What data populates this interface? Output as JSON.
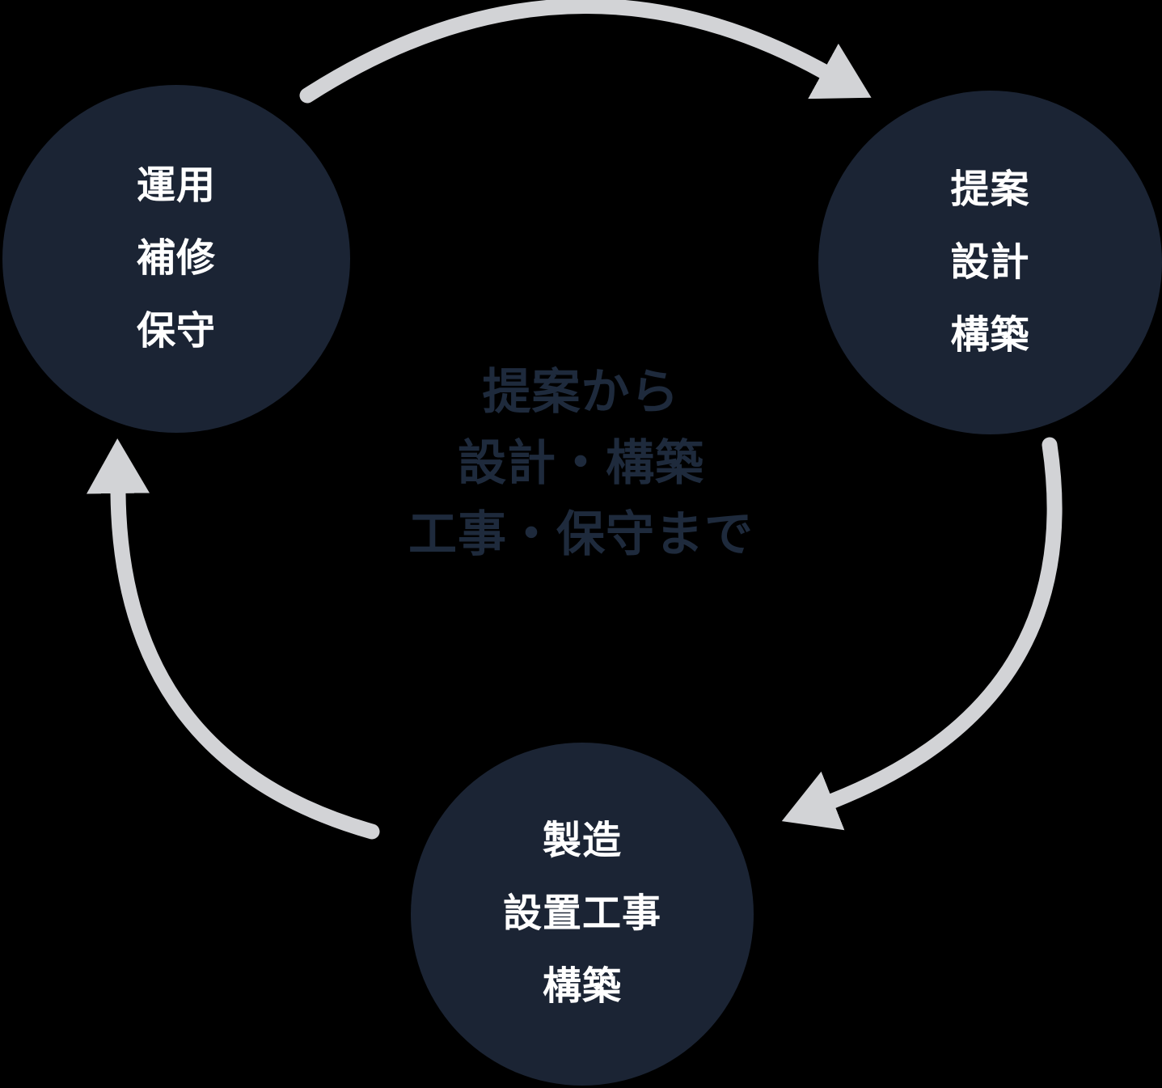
{
  "colors": {
    "background": "#000000",
    "circle_fill": "#1b2434",
    "circle_text": "#ffffff",
    "center_text": "#1e2a3c",
    "arrow": "#d2d3d6"
  },
  "diagram": {
    "circles": [
      {
        "id": "operation",
        "lines": [
          "運用",
          "補修",
          "保守"
        ]
      },
      {
        "id": "proposal",
        "lines": [
          "提案",
          "設計",
          "構築"
        ]
      },
      {
        "id": "production",
        "lines": [
          "製造",
          "設置工事",
          "構築"
        ]
      }
    ],
    "center_caption": {
      "lines": [
        "提案から",
        "設計・構築",
        "工事・保守まで"
      ]
    }
  }
}
